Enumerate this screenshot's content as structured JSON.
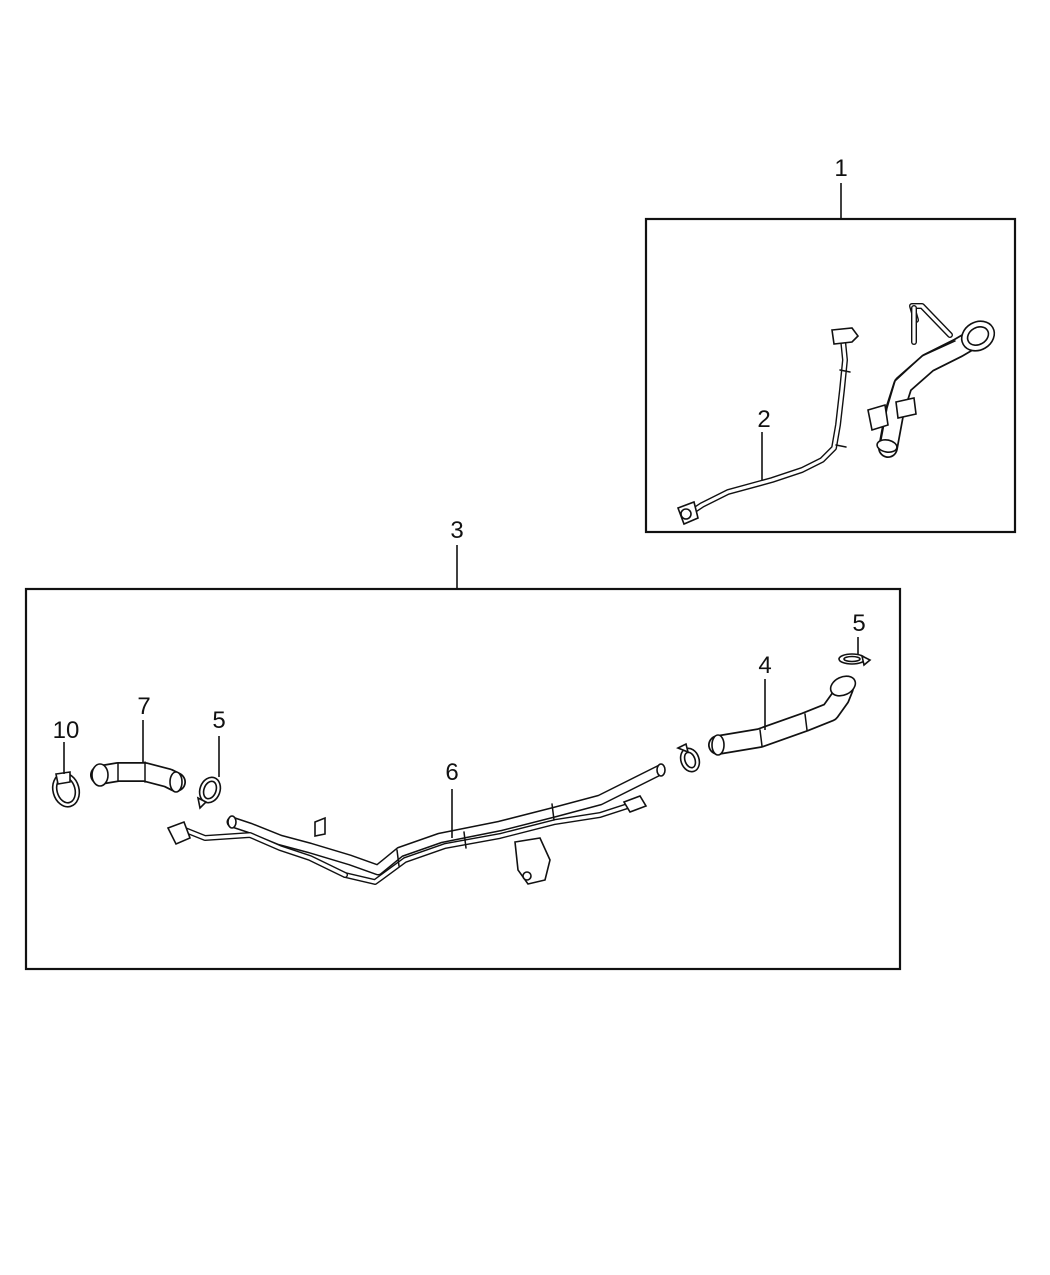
{
  "callouts": {
    "c1": "1",
    "c2": "2",
    "c3": "3",
    "c4": "4",
    "c5_right": "5",
    "c5_left": "5",
    "c6": "6",
    "c7": "7",
    "c10": "10"
  }
}
